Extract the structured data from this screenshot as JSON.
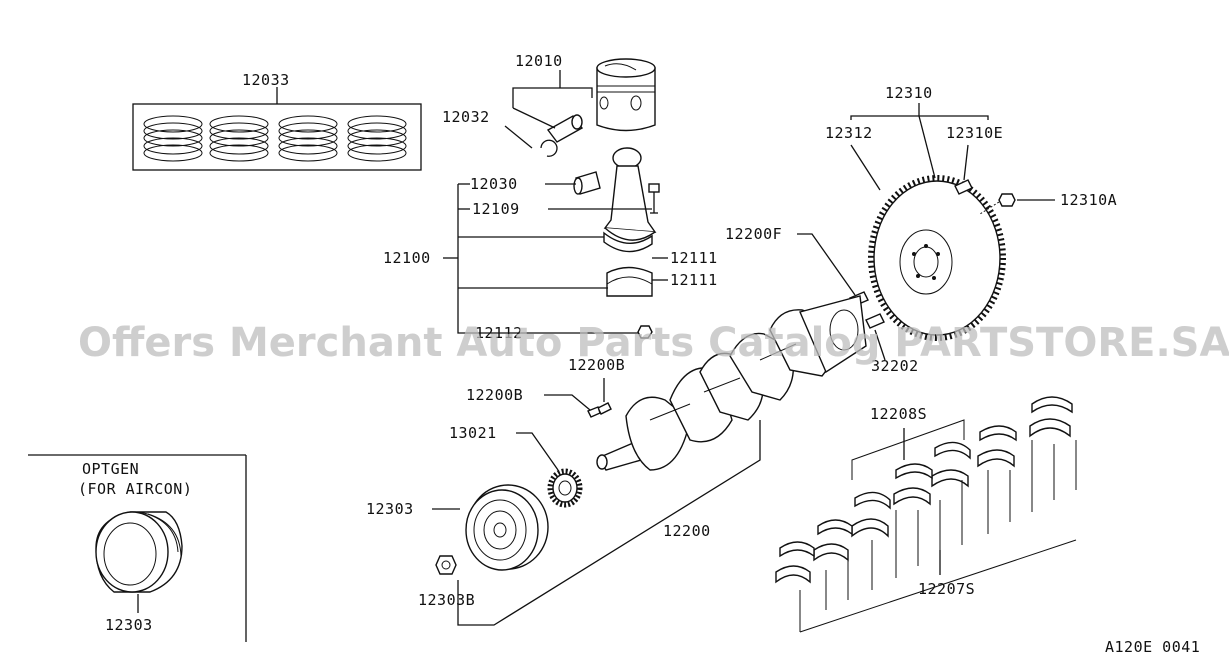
{
  "watermark": "Offers Merchant Auto Parts Catalog PARTSTORE.SA",
  "diagram_code": "A120E 0041",
  "labels": {
    "piston_rings": "12033",
    "piston": "12010",
    "piston_pin_clip": "12032",
    "con_rod_assy": "12100",
    "con_rod_bushing": "12030",
    "con_rod_bolt": "12109",
    "con_rod_bearing_upper": "12111",
    "con_rod_bearing_lower": "12111",
    "con_rod_nut": "12112",
    "flywheel_assy": "12310",
    "flywheel": "12312",
    "flywheel_dowel": "12310E",
    "flywheel_bolt": "12310A",
    "crank_dowel": "12200F",
    "pilot_bushing": "32202",
    "crank_key_a": "12200B",
    "crank_key_b": "12200B",
    "thrust_bearings": "12208S",
    "main_bearings": "12207S",
    "crank_sprocket": "13021",
    "crankshaft": "12200",
    "crank_pulley": "12303",
    "pulley_bolt": "12303B",
    "option_pulley": "12303"
  },
  "option_box": {
    "title": "OPTGEN",
    "subtitle": "(FOR AIRCON)"
  }
}
